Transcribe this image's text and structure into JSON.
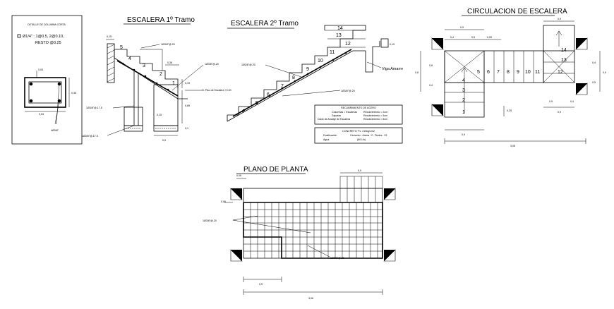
{
  "columna": {
    "title": "DETALLE DE COLUMNA CORTA",
    "estribo_line1": "Ø1/4\" : 1@0.5, 2@0.10,",
    "estribo_line2": "RESTO @0.25",
    "dim_small": "0,03",
    "dim_side": "0,35",
    "dim_bottom": "0,03",
    "bars": "4Ø3/8\""
  },
  "tramo1": {
    "title": "ESCALERA   1º Tramo",
    "steps": [
      "5",
      "4",
      "3",
      "2",
      "1"
    ],
    "dim_top": "0,15",
    "dim_riser": "0,36",
    "dim_19": "0,19",
    "dim_089": "0,89",
    "dim_015": "0,15",
    "dim_01": "0,1",
    "dim_05": "0,5",
    "bar_top": "1Ø3/8\"@.20",
    "bar_mid": "1Ø3/8\"@.20",
    "bar_left": "1Ø3/8\"@.17.5",
    "bar_bottom": "1Ø3/8\"@.17.5",
    "nivel": "N. Piso de Escalera +0.00"
  },
  "tramo2": {
    "title": "ESCALERA   2º Tramo",
    "steps": [
      "14",
      "13",
      "12",
      "11",
      "10",
      "9",
      "8",
      "7",
      "6",
      "5",
      "4"
    ],
    "bar_left": "1Ø3/8\"@.20",
    "bar_right": "1Ø3/8\"@.20",
    "dim_019": "0,19",
    "viga": "Viga Amarre"
  },
  "spec_table": {
    "header": "RECUBRIMIENTO   DE ACERO",
    "rows": [
      [
        "Columnas = Escaleras",
        "Recubrimiento = 2cm"
      ],
      [
        "Zapatas",
        "Recubrimiento = 5cm"
      ],
      [
        "Dado de Anclaje de Escalera",
        "Recubrimiento = 5cm"
      ]
    ],
    "concrete_title": "CONCRETO  F'c: 210kg/cm2",
    "concrete_rows": [
      [
        "Dosificacion",
        "Cemento : Arena : 2 : Piedra : 23"
      ],
      [
        "Agua",
        "(80 Lts)"
      ]
    ]
  },
  "circulacion": {
    "title": "CIRCULACION DE ESCALERA",
    "dim_top_09": "0,9",
    "dim_04": "0,4",
    "dim_05": "0,5",
    "dim_009": "0,09",
    "dim_right_09": "0,9",
    "dim_08": "0,8",
    "dim_04b": "0,4",
    "dim_025": "0,25",
    "dim_04r": "0,4",
    "dim_05r": "0,5",
    "dim_09r": "0,9",
    "dim_09_bl": "0,9",
    "dim_04_bl": "0,4",
    "dim_09_b": "0,9",
    "dim_09_bottom": "0,9",
    "dim_total": "3,06",
    "steps": [
      "1",
      "2",
      "3",
      "4",
      "5",
      "6",
      "7",
      "8",
      "9",
      "10",
      "11",
      "12",
      "13",
      "14"
    ]
  },
  "planta": {
    "title": "PLANO DE PLANTA",
    "dim_top": "0,06",
    "dim_left": "0,06",
    "dim_right_top": "0,9",
    "bar_left": "1Ø3/8\"@.20",
    "bar_bottom": "1Ø3/8\"@.20",
    "dim_bottom_09": "0,9",
    "dim_total": "3,06"
  }
}
